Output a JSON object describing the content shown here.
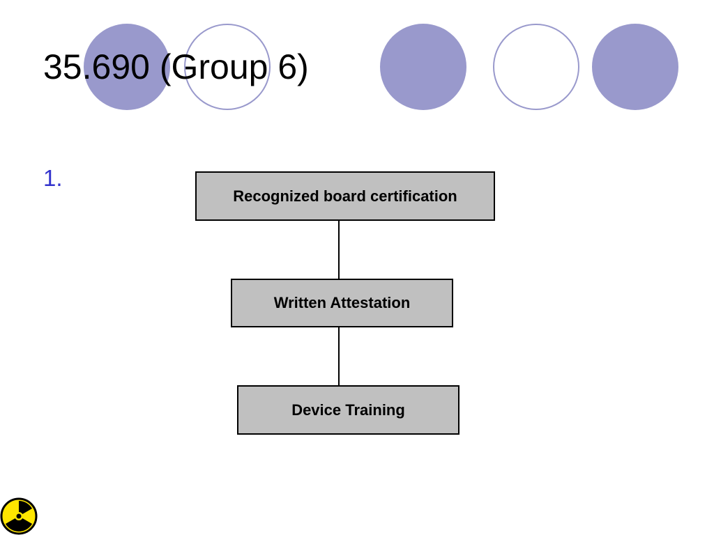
{
  "slide": {
    "title": "35.690 (Group 6)",
    "bullet_number": "1."
  },
  "diagram": {
    "nodes": [
      {
        "id": "n1",
        "label": "Recognized board certification"
      },
      {
        "id": "n2",
        "label": "Written Attestation"
      },
      {
        "id": "n3",
        "label": "Device Training"
      }
    ],
    "edges": [
      {
        "from": "n1",
        "to": "n2"
      },
      {
        "from": "n2",
        "to": "n3"
      }
    ]
  },
  "decorations": {
    "circle_color": "#9999cc",
    "circles": [
      "filled",
      "outline",
      "filled",
      "outline",
      "filled"
    ],
    "box_fill": "#c0c0c0",
    "bullet_color": "#3333cc",
    "logo_icon": "radiation-hazard-icon"
  }
}
